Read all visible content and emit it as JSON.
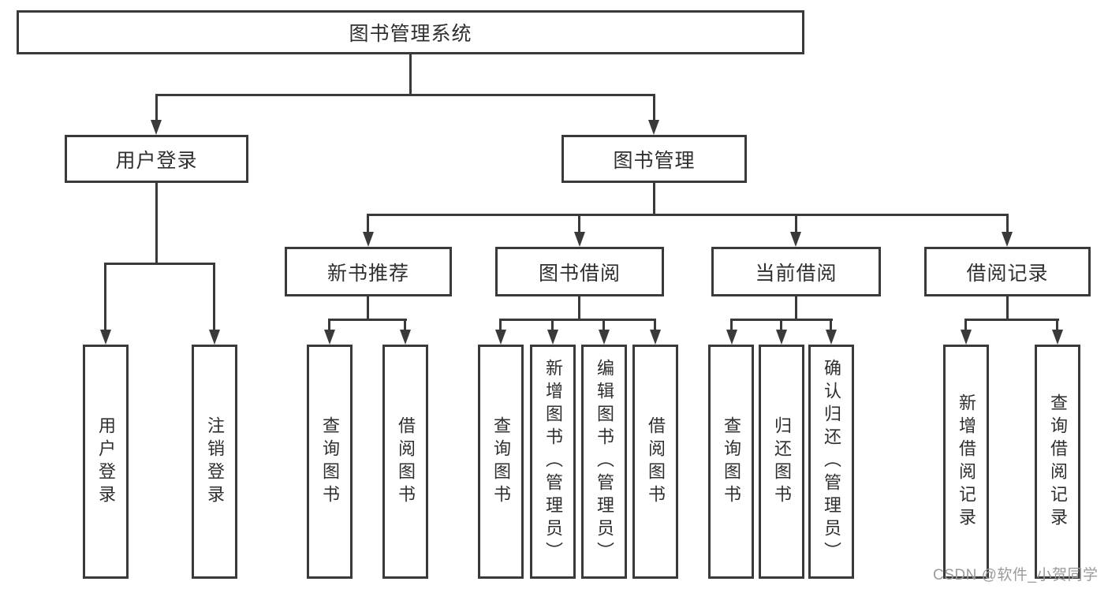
{
  "diagram": {
    "title": "图书管理系统",
    "root": {
      "label": "图书管理系统"
    },
    "level2": [
      {
        "label": "用户登录"
      },
      {
        "label": "图书管理"
      }
    ],
    "level3": [
      {
        "label": "新书推荐"
      },
      {
        "label": "图书借阅"
      },
      {
        "label": "当前借阅"
      },
      {
        "label": "借阅记录"
      }
    ],
    "leaves": {
      "user_login": [
        "用户登录",
        "注销登录"
      ],
      "new_book": [
        "查询图书",
        "借阅图书"
      ],
      "book_borrow": [
        "查询图书",
        "新增图书（管理员）",
        "编辑图书（管理员）",
        "借阅图书"
      ],
      "current_borrow": [
        "查询图书",
        "归还图书",
        "确认归还（管理员）"
      ],
      "borrow_record": [
        "新增借阅记录",
        "查询借阅记录"
      ]
    }
  },
  "watermark": {
    "text": "CSDN @软件_小贺同学"
  },
  "colors": {
    "line": "#3a3a3a",
    "text": "#2f2f2f",
    "watermark": "#9c9a9a",
    "background": "#ffffff"
  }
}
